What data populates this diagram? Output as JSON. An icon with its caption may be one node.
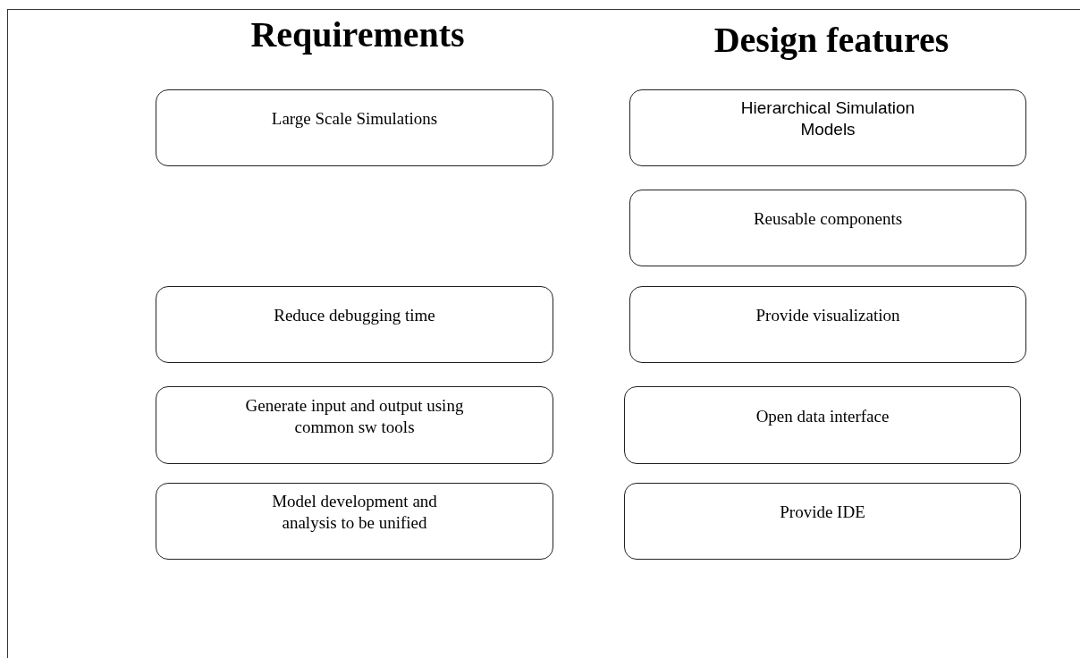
{
  "diagram": {
    "nodes": [
      {
        "text": [
          "Large Scale Simulations"
        ]
      },
      {
        "text": [
          "Hierarchical Simulation Models"
        ]
      },
      {
        "text": [
          "Reusable components"
        ]
      },
      {
        "text": [
          "Reduce debugging time"
        ]
      },
      {
        "text": [
          "Provide visualization"
        ]
      },
      {
        "text": [
          "Generate input and output using common sw tools"
        ]
      },
      {
        "text": [
          "Open data interface"
        ]
      },
      {
        "text": [
          "Model development and analysis to be unified"
        ]
      },
      {
        "text": [
          "Provide IDE"
        ]
      }
    ],
    "labels": [
      "Requirements",
      "Design features"
    ]
  }
}
